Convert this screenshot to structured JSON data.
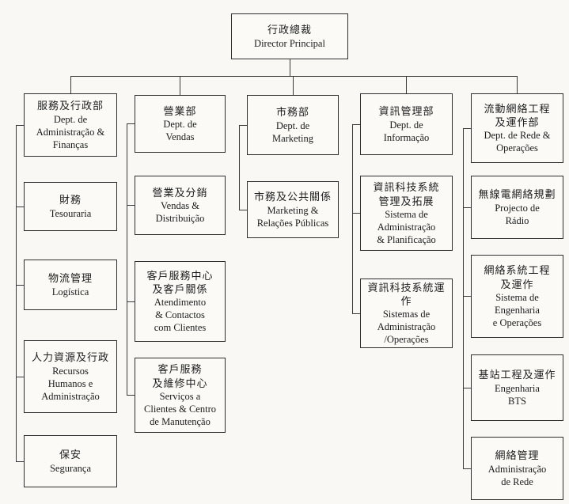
{
  "root": {
    "zh": "行政總裁",
    "pt": "Director Principal"
  },
  "columns": [
    {
      "header": {
        "zh": "服務及行政部",
        "pt": "Dept. de\nAdministração &\nFinanças"
      },
      "children": [
        {
          "zh": "財務",
          "pt": "Tesouraria"
        },
        {
          "zh": "物流管理",
          "pt": "Logística"
        },
        {
          "zh": "人力資源及行政",
          "pt": "Recursos\nHumanos e\nAdministração"
        },
        {
          "zh": "保安",
          "pt": "Segurança"
        }
      ]
    },
    {
      "header": {
        "zh": "營業部",
        "pt": "Dept. de\nVendas"
      },
      "children": [
        {
          "zh": "營業及分銷",
          "pt": "Vendas &\nDistribuição"
        },
        {
          "zh": "客戶服務中心\n及客戶關係",
          "pt": "Atendimento\n& Contactos\ncom Clientes"
        },
        {
          "zh": "客戶服務\n及維修中心",
          "pt": "Serviços a\nClientes & Centro\nde Manutenção"
        }
      ]
    },
    {
      "header": {
        "zh": "市務部",
        "pt": "Dept. de\nMarketing"
      },
      "children": [
        {
          "zh": "市務及公共關係",
          "pt": "Marketing &\nRelações Públicas"
        }
      ]
    },
    {
      "header": {
        "zh": "資訊管理部",
        "pt": "Dept. de\nInformação"
      },
      "children": [
        {
          "zh": "資訊科技系統\n管理及拓展",
          "pt": "Sistema de\nAdministração\n& Planificação"
        },
        {
          "zh": "資訊科技系統運作",
          "pt": "Sistemas de\nAdministração\n/Operações"
        }
      ]
    },
    {
      "header": {
        "zh": "流動網絡工程\n及運作部",
        "pt": "Dept. de Rede &\nOperações"
      },
      "children": [
        {
          "zh": "無線電網絡規劃",
          "pt": "Projecto de\nRádio"
        },
        {
          "zh": "網絡系統工程\n及運作",
          "pt": "Sistema de\nEngenharia\ne Operações"
        },
        {
          "zh": "基站工程及運作",
          "pt": "Engenharia\nBTS"
        },
        {
          "zh": "網絡管理",
          "pt": "Administração\nde Rede"
        }
      ]
    }
  ]
}
